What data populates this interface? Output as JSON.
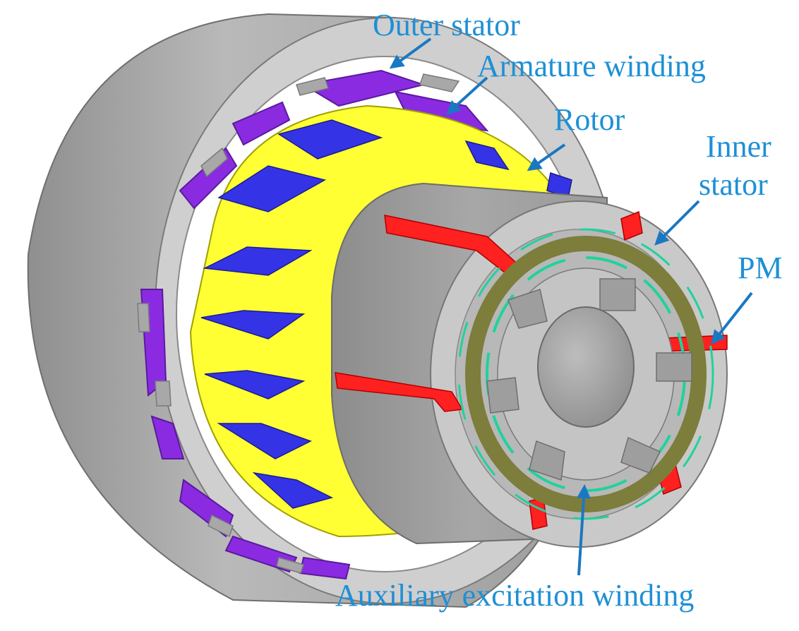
{
  "labels": {
    "outer_stator": "Outer stator",
    "armature_winding": "Armature winding",
    "rotor": "Rotor",
    "inner_stator_line1": "Inner",
    "inner_stator_line2": "stator",
    "pm": "PM",
    "auxiliary_excitation_winding": "Auxiliary excitation winding"
  },
  "colors": {
    "label_text": "#1e90d6",
    "arrow": "#1a78c2",
    "steel_light": "#cdcdcd",
    "steel_mid": "#a9a9a9",
    "steel_dark": "#8e8e8e",
    "armature": "#8a2be2",
    "rotor_yellow": "#ffff33",
    "rotor_blue": "#3434e6",
    "pm_red": "#ff2020",
    "aux_winding": "#7d7d3c",
    "aux_wire": "#1fd39a"
  }
}
